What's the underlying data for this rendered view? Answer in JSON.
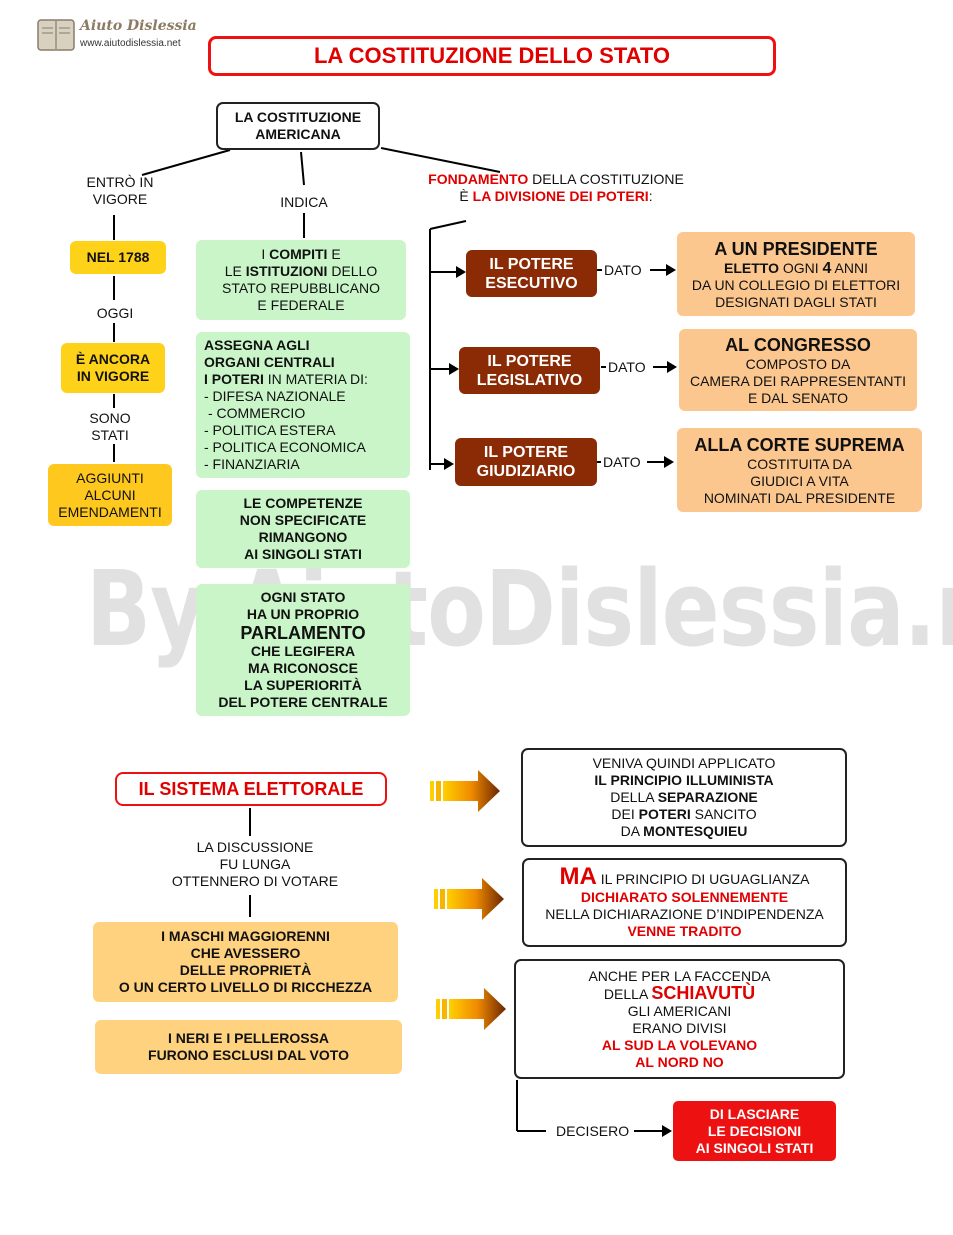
{
  "logo": {
    "brand": "Aiuto Dislessia",
    "url": "www.aiutodislessia.net"
  },
  "title": "LA COSTITUZIONE DELLO STATO",
  "watermark": "By AiutoDislessia.net",
  "root": {
    "line1": "LA COSTITUZIONE",
    "line2": "AMERICANA"
  },
  "left": {
    "label1": [
      "ENTRÒ IN",
      "VIGORE"
    ],
    "year": "NEL 1788",
    "label2": "OGGI",
    "in_force": [
      "È ANCORA",
      "IN VIGORE"
    ],
    "label3": [
      "SONO",
      "STATI"
    ],
    "amendments": [
      "AGGIUNTI",
      "ALCUNI",
      "EMENDAMENTI"
    ]
  },
  "middle": {
    "label": "INDICA",
    "box1": {
      "l1_a": "I ",
      "l1_b": "COMPITI",
      "l1_c": " E",
      "l2_a": "LE ",
      "l2_b": "ISTITUZIONI",
      "l2_c": " DELLO",
      "l3": "STATO REPUBBLICANO",
      "l4": "E FEDERALE"
    },
    "box2": {
      "l1": "ASSEGNA AGLI",
      "l2": "ORGANI CENTRALI",
      "l3_a": "I POTERI",
      "l3_b": " IN MATERIA DI:",
      "items": [
        "- DIFESA NAZIONALE",
        "- COMMERCIO",
        "- POLITICA ESTERA",
        "- POLITICA ECONOMICA",
        "- FINANZIARIA"
      ]
    },
    "box3": [
      "LE COMPETENZE",
      "NON SPECIFICATE",
      "RIMANGONO",
      "AI SINGOLI STATI"
    ],
    "box4": {
      "l1": "OGNI STATO",
      "l2": "HA UN PROPRIO",
      "l3": "PARLAMENTO",
      "l4": "CHE LEGIFERA",
      "l5": "MA RICONOSCE",
      "l6": "LA SUPERIORITÀ",
      "l7": "DEL POTERE CENTRALE"
    }
  },
  "right": {
    "header": {
      "a": "FONDAMENTO",
      "b": " DELLA COSTITUZIONE",
      "c": "È ",
      "d": "LA DIVISIONE DEI POTERI",
      "e": ":"
    },
    "connector": "DATO",
    "powers": [
      {
        "l1": "IL POTERE",
        "l2": "ESECUTIVO",
        "title": "A UN PRESIDENTE",
        "d1_a": "ELETTO",
        "d1_b": " OGNI ",
        "d1_c": "4",
        "d1_d": " ANNI",
        "d2": "DA UN COLLEGIO DI ELETTORI",
        "d3": "DESIGNATI DAGLI STATI"
      },
      {
        "l1": "IL POTERE",
        "l2": "LEGISLATIVO",
        "title": "AL CONGRESSO",
        "d1": "COMPOSTO DA",
        "d2": "CAMERA DEI RAPPRESENTANTI",
        "d3": "E DAL SENATO"
      },
      {
        "l1": "IL POTERE",
        "l2": "GIUDIZIARIO",
        "title": "ALLA CORTE SUPREMA",
        "d1": "COSTITUITA DA",
        "d2": "GIUDICI A VITA",
        "d3": "NOMINATI DAL PRESIDENTE"
      }
    ]
  },
  "electoral": {
    "title": "IL SISTEMA ELETTORALE",
    "label": [
      "LA DISCUSSIONE",
      "FU LUNGA",
      "OTTENNERO DI VOTARE"
    ],
    "box1": [
      "I MASCHI MAGGIORENNI",
      "CHE AVESSERO",
      "DELLE PROPRIETÀ",
      "O UN CERTO LIVELLO DI RICCHEZZA"
    ],
    "box2": [
      "I NERI E I PELLEROSSA",
      "FURONO ESCLUSI DAL VOTO"
    ]
  },
  "principles": {
    "box1": {
      "l1": "VENIVA QUINDI APPLICATO",
      "l2": "IL PRINCIPIO ILLUMINISTA",
      "l3_a": "DELLA ",
      "l3_b": "SEPARAZIONE",
      "l4_a": "DEI ",
      "l4_b": "POTERI",
      "l4_c": " SANCITO",
      "l5_a": "DA ",
      "l5_b": "MONTESQUIEU"
    },
    "box2": {
      "ma": "MA",
      "l1": " IL PRINCIPIO DI UGUAGLIANZA",
      "l2": "DICHIARATO SOLENNEMENTE",
      "l3": "NELLA DICHIARAZIONE D’INDIPENDENZA",
      "l4": "VENNE TRADITO"
    },
    "box3": {
      "l1": "ANCHE PER LA FACCENDA",
      "l2_a": "DELLA ",
      "l2_b": "SCHIAVUTÙ",
      "l3": "GLI AMERICANI",
      "l4": "ERANO DIVISI",
      "l5": "AL SUD LA VOLEVANO",
      "l6": "AL NORD NO"
    },
    "decided": "DECISERO",
    "final": [
      "DI LASCIARE",
      "LE DECISIONI",
      "AI SINGOLI STATI"
    ]
  }
}
